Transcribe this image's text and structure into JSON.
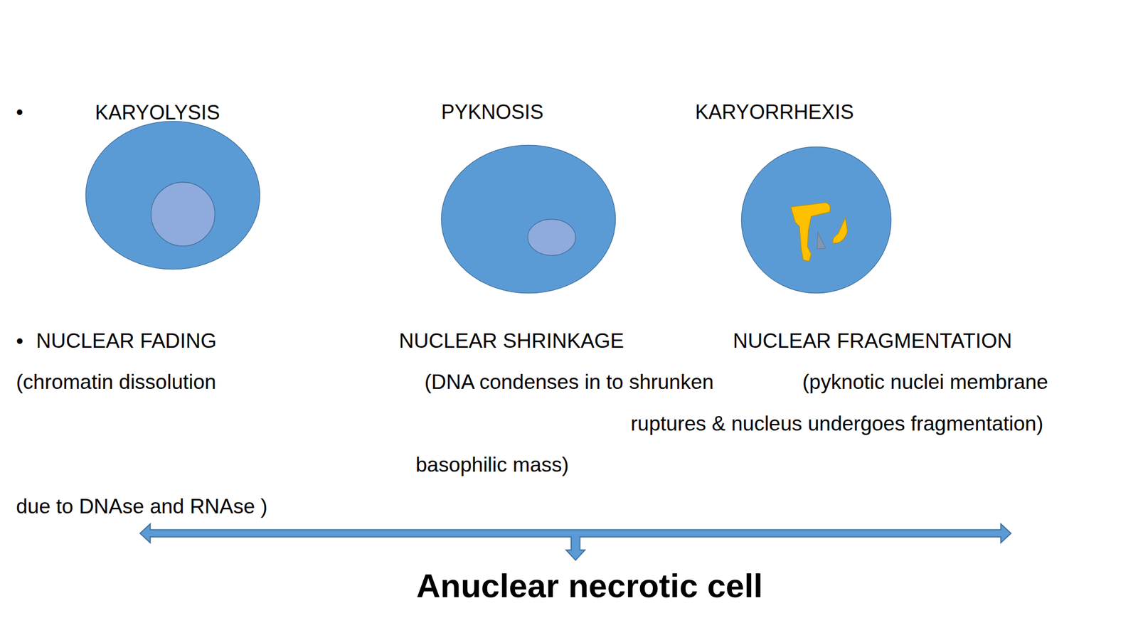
{
  "diagram": {
    "nodes": [
      {
        "text": [
          "KARYOLYSIS"
        ]
      },
      {
        "text": [
          "PYKNOSIS"
        ]
      },
      {
        "text": [
          "KARYORRHEXIS"
        ]
      }
    ],
    "labels": [
      "•",
      "•",
      "NUCLEAR FADING",
      "NUCLEAR SHRINKAGE",
      "NUCLEAR FRAGMENTATION",
      "(chromatin dissolution",
      "(DNA condenses in to shrunken",
      "(pyknotic nuclei membrane",
      "ruptures & nucleus undergoes fragmentation)",
      "basophilic mass)",
      "due to DNAse and RNAse )",
      "Anuclear necrotic cell"
    ]
  }
}
